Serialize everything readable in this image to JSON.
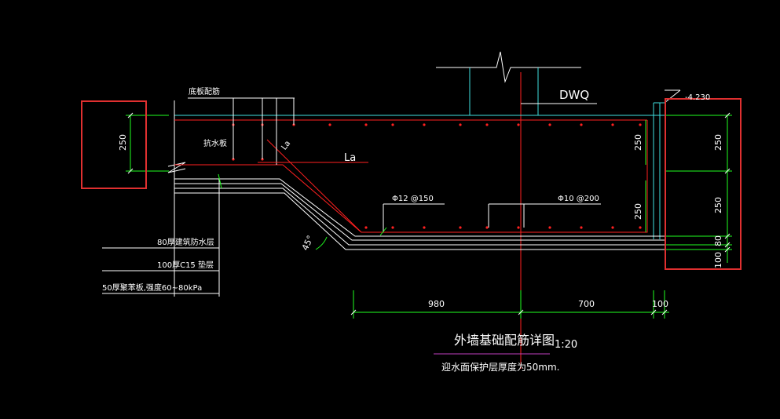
{
  "labels": {
    "bottom_plate_rebar": "底板配筋",
    "anti_float_plate": "抗水板",
    "la_diag": "La",
    "la_horiz": "La",
    "dwq": "DWQ",
    "elevation": "-4.230",
    "rebar_left": "Φ12 @150",
    "rebar_right": "Φ10 @200",
    "angle": "45°",
    "layer_waterproof": "80厚建筑防水层",
    "layer_cushion": "100厚C15 垫层",
    "layer_polystyrene": "50厚聚苯板,强度60~80kPa",
    "title": "外墙基础配筋详图",
    "scale": "1:20",
    "note": "迎水面保护层厚度为50mm."
  },
  "dimensions": {
    "left_250": "250",
    "plate_top_250": "250",
    "plate_bottom_250": "250",
    "right_250_top": "250",
    "right_250_mid": "250",
    "right_80": "80",
    "right_100": "100",
    "bottom_980": "980",
    "bottom_700": "700",
    "bottom_100": "100"
  },
  "colors": {
    "rebar": "#ff2020",
    "wall_outline": "#40e0e0",
    "dimension": "#20ff20",
    "axis": "#ff2020",
    "linework": "#ffffff",
    "highlight_box": "#e03030",
    "title_underline": "#c040c0"
  }
}
